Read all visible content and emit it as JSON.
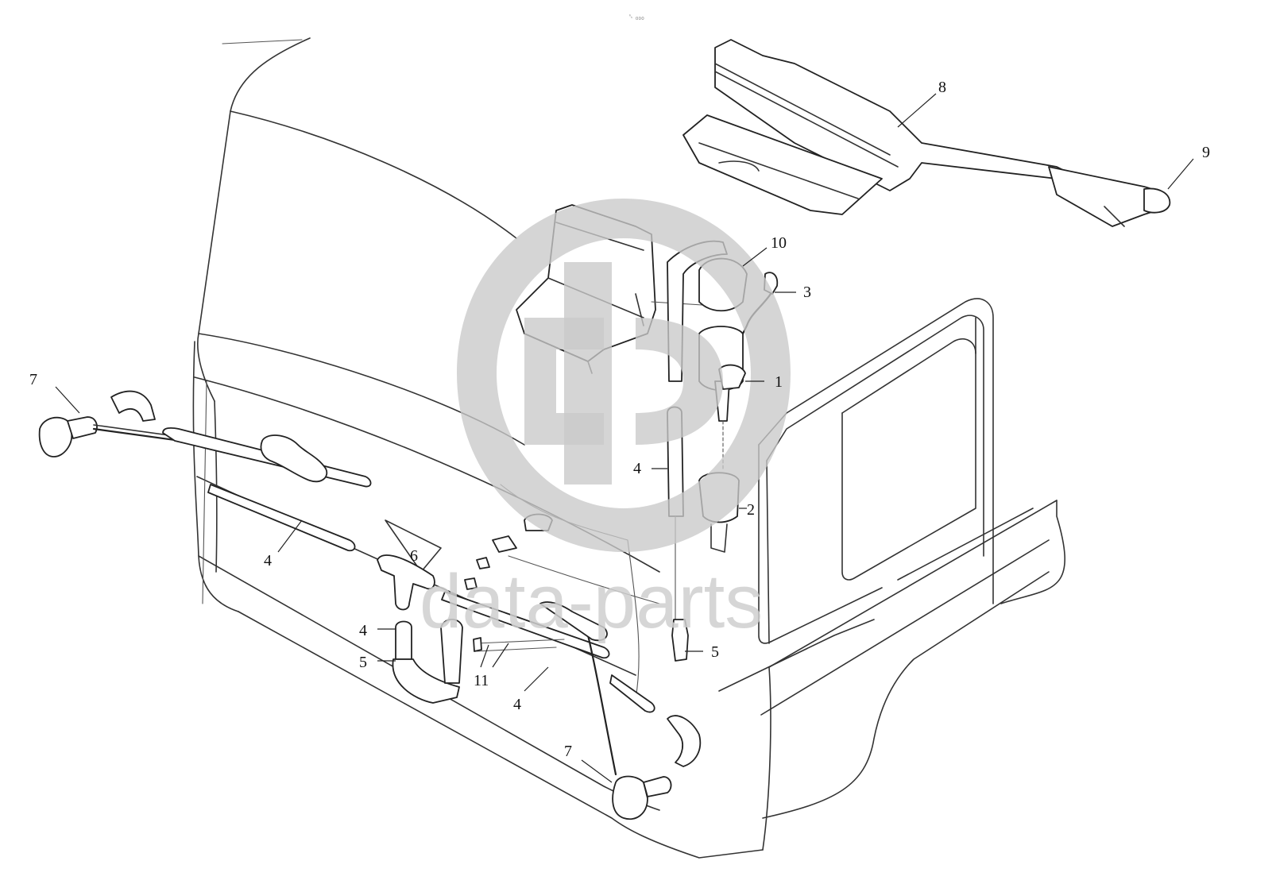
{
  "diagram": {
    "callouts": [
      {
        "id": "c1",
        "label": "1"
      },
      {
        "id": "c2",
        "label": "2"
      },
      {
        "id": "c3",
        "label": "3"
      },
      {
        "id": "c4a",
        "label": "4"
      },
      {
        "id": "c4b",
        "label": "4"
      },
      {
        "id": "c4c",
        "label": "4"
      },
      {
        "id": "c4d",
        "label": "4"
      },
      {
        "id": "c5a",
        "label": "5"
      },
      {
        "id": "c5b",
        "label": "5"
      },
      {
        "id": "c6",
        "label": "6"
      },
      {
        "id": "c7a",
        "label": "7"
      },
      {
        "id": "c7b",
        "label": "7"
      },
      {
        "id": "c8",
        "label": "8"
      },
      {
        "id": "c9",
        "label": "9"
      },
      {
        "id": "c10",
        "label": "10"
      },
      {
        "id": "c11",
        "label": "11"
      }
    ],
    "top_mark": "␞ ₀₀₀"
  },
  "watermark": {
    "text": "data-parts",
    "logo_icon": "data-parts-logo-icon"
  },
  "colors": {
    "line": "#333333",
    "watermark": "#c9c9c9"
  }
}
